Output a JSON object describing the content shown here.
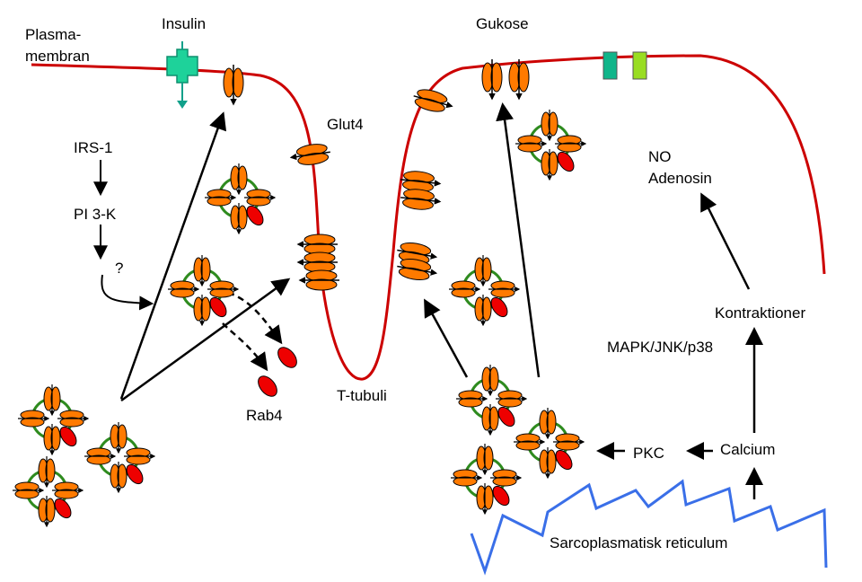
{
  "labels": {
    "plasma_line1": "Plasma-",
    "plasma_line2": "membran",
    "insulin": "Insulin",
    "glucose": "Gukose",
    "glut4": "Glut4",
    "irs1": "IRS-1",
    "pi3k": "PI 3-K",
    "question": "?",
    "rab4": "Rab4",
    "t_tubuli": "T-tubuli",
    "no": "NO",
    "adenosin": "Adenosin",
    "kontraktioner": "Kontraktioner",
    "mapk": "MAPK/JNK/p38",
    "calcium": "Calcium",
    "pkc": "PKC",
    "sr": "Sarcoplasmatisk reticulum"
  },
  "colors": {
    "membrane": "#cc0000",
    "transporter": "#ff7a00",
    "vesicle": "#2e8b1e",
    "rab4": "#ee0000",
    "receptor": "#1ed29a",
    "channel_teal": "#10b58a",
    "channel_green": "#99dd22",
    "reticulum": "#3a6fe8"
  }
}
